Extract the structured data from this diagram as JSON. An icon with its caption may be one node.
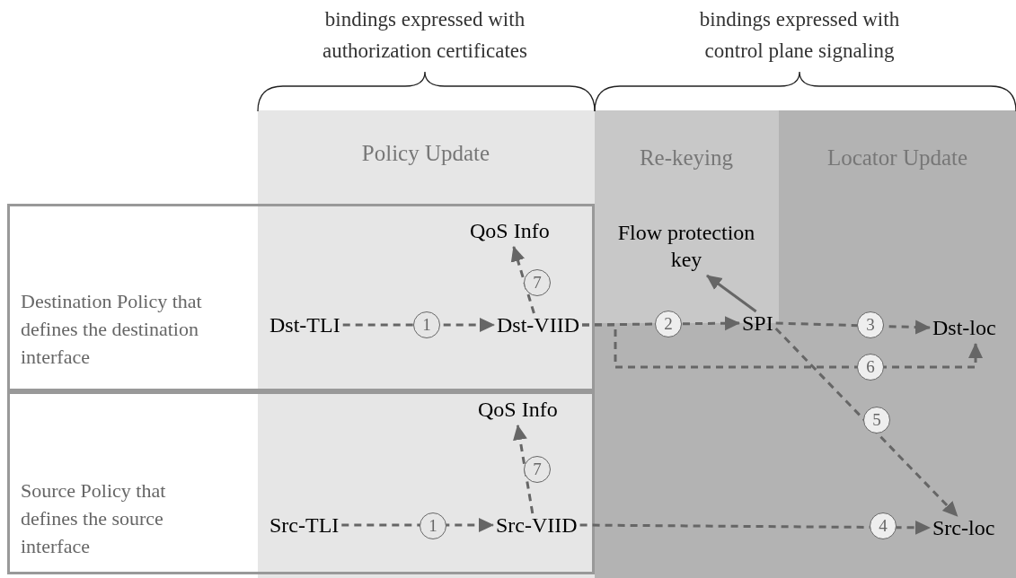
{
  "diagram": {
    "nodes": [
      {
        "text": [
          "Destination Policy that defines the destination interface"
        ]
      },
      {
        "text": [
          "Source Policy that defines the source interface"
        ]
      },
      {
        "text": [
          "QoS Info"
        ],
        "in": 0
      },
      {
        "text": [
          "Dst-TLI"
        ],
        "in": 0
      },
      {
        "text": [
          "Dst-VIID"
        ],
        "in": 0
      },
      {
        "text": [
          "Flow protection key"
        ]
      },
      {
        "text": [
          "SPI"
        ]
      },
      {
        "text": [
          "Dst-loc"
        ]
      },
      {
        "text": [
          "QoS Info"
        ],
        "in": 1
      },
      {
        "text": [
          "Src-TLI"
        ],
        "in": 1
      },
      {
        "text": [
          "Src-VIID"
        ],
        "in": 1
      },
      {
        "text": [
          "Src-loc"
        ]
      }
    ],
    "edges": [
      {
        "from": 3,
        "to": 4,
        "arrow": "to",
        "label": "1",
        "style": "dashed"
      },
      {
        "from": 4,
        "to": 2,
        "arrow": "to",
        "label": "7",
        "style": "dashed"
      },
      {
        "from": 4,
        "to": 6,
        "arrow": "to",
        "label": "2",
        "style": "dashed"
      },
      {
        "from": 6,
        "to": 5,
        "arrow": "to"
      },
      {
        "from": 6,
        "to": 7,
        "arrow": "to",
        "label": "3",
        "style": "dashed"
      },
      {
        "from": 4,
        "to": 7,
        "arrow": "to",
        "label": "6",
        "style": "dashed"
      },
      {
        "from": 6,
        "to": 11,
        "arrow": "to",
        "label": "5",
        "style": "dashed"
      },
      {
        "from": 9,
        "to": 10,
        "arrow": "to",
        "label": "1",
        "style": "dashed"
      },
      {
        "from": 10,
        "to": 8,
        "arrow": "to",
        "label": "7",
        "style": "dashed"
      },
      {
        "from": 10,
        "to": 11,
        "arrow": "to",
        "label": "4",
        "style": "dashed"
      }
    ],
    "labels": [
      "bindings expressed with authorization certificates",
      "bindings expressed with control plane signaling",
      "Policy Update",
      "Re-keying",
      "Locator Update"
    ]
  }
}
